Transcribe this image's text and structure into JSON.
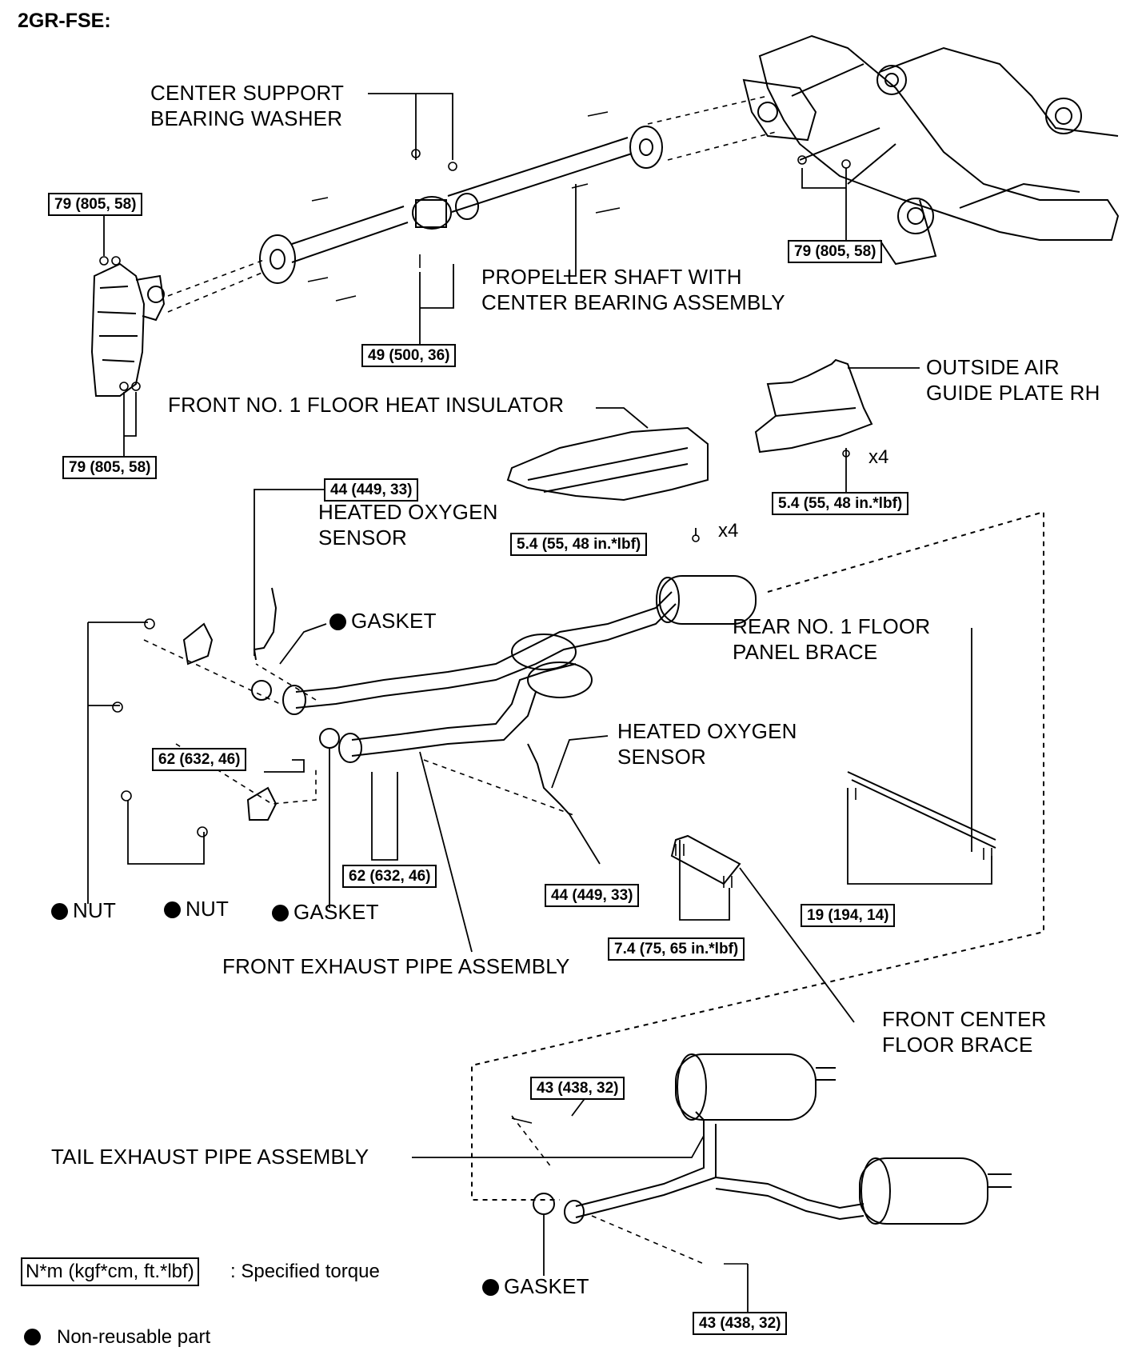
{
  "title": "2GR-FSE:",
  "parts": {
    "center_support_bearing_washer": [
      "CENTER SUPPORT",
      "BEARING WASHER"
    ],
    "propeller_shaft": [
      "PROPELLER SHAFT WITH",
      "CENTER BEARING ASSEMBLY"
    ],
    "front_floor_heat_insulator": "FRONT NO. 1 FLOOR HEAT INSULATOR",
    "outside_air_guide_plate": [
      "OUTSIDE AIR",
      "GUIDE PLATE RH"
    ],
    "heated_oxygen_sensor_1": [
      "HEATED OXYGEN",
      "SENSOR"
    ],
    "gasket_1": "GASKET",
    "rear_floor_panel_brace": [
      "REAR NO. 1 FLOOR",
      "PANEL BRACE"
    ],
    "heated_oxygen_sensor_2": [
      "HEATED OXYGEN",
      "SENSOR"
    ],
    "nut_1": "NUT",
    "nut_2": "NUT",
    "gasket_2": "GASKET",
    "front_exhaust_pipe": "FRONT EXHAUST PIPE ASSEMBLY",
    "front_center_floor_brace": [
      "FRONT CENTER",
      "FLOOR BRACE"
    ],
    "tail_exhaust_pipe": "TAIL EXHAUST PIPE ASSEMBLY",
    "gasket_3": "GASKET"
  },
  "torques": {
    "t_79_a": "79 (805, 58)",
    "t_79_b": "79 (805, 58)",
    "t_79_c": "79 (805, 58)",
    "t_49": "49 (500, 36)",
    "t_44_a": "44 (449, 33)",
    "t_54_a": "5.4 (55, 48 in.*lbf)",
    "t_54_b": "5.4 (55, 48 in.*lbf)",
    "t_62_a": "62 (632, 46)",
    "t_62_b": "62 (632, 46)",
    "t_44_b": "44 (449, 33)",
    "t_74": "7.4 (75, 65 in.*lbf)",
    "t_19": "19 (194, 14)",
    "t_43_a": "43 (438, 32)",
    "t_43_b": "43 (438, 32)"
  },
  "multipliers": {
    "insulator": "x4",
    "guide_plate": "x4"
  },
  "legend": {
    "torque_box": "N*m (kgf*cm, ft.*lbf)",
    "torque_text": ": Specified torque",
    "nonreusable_text": "Non-reusable part"
  }
}
